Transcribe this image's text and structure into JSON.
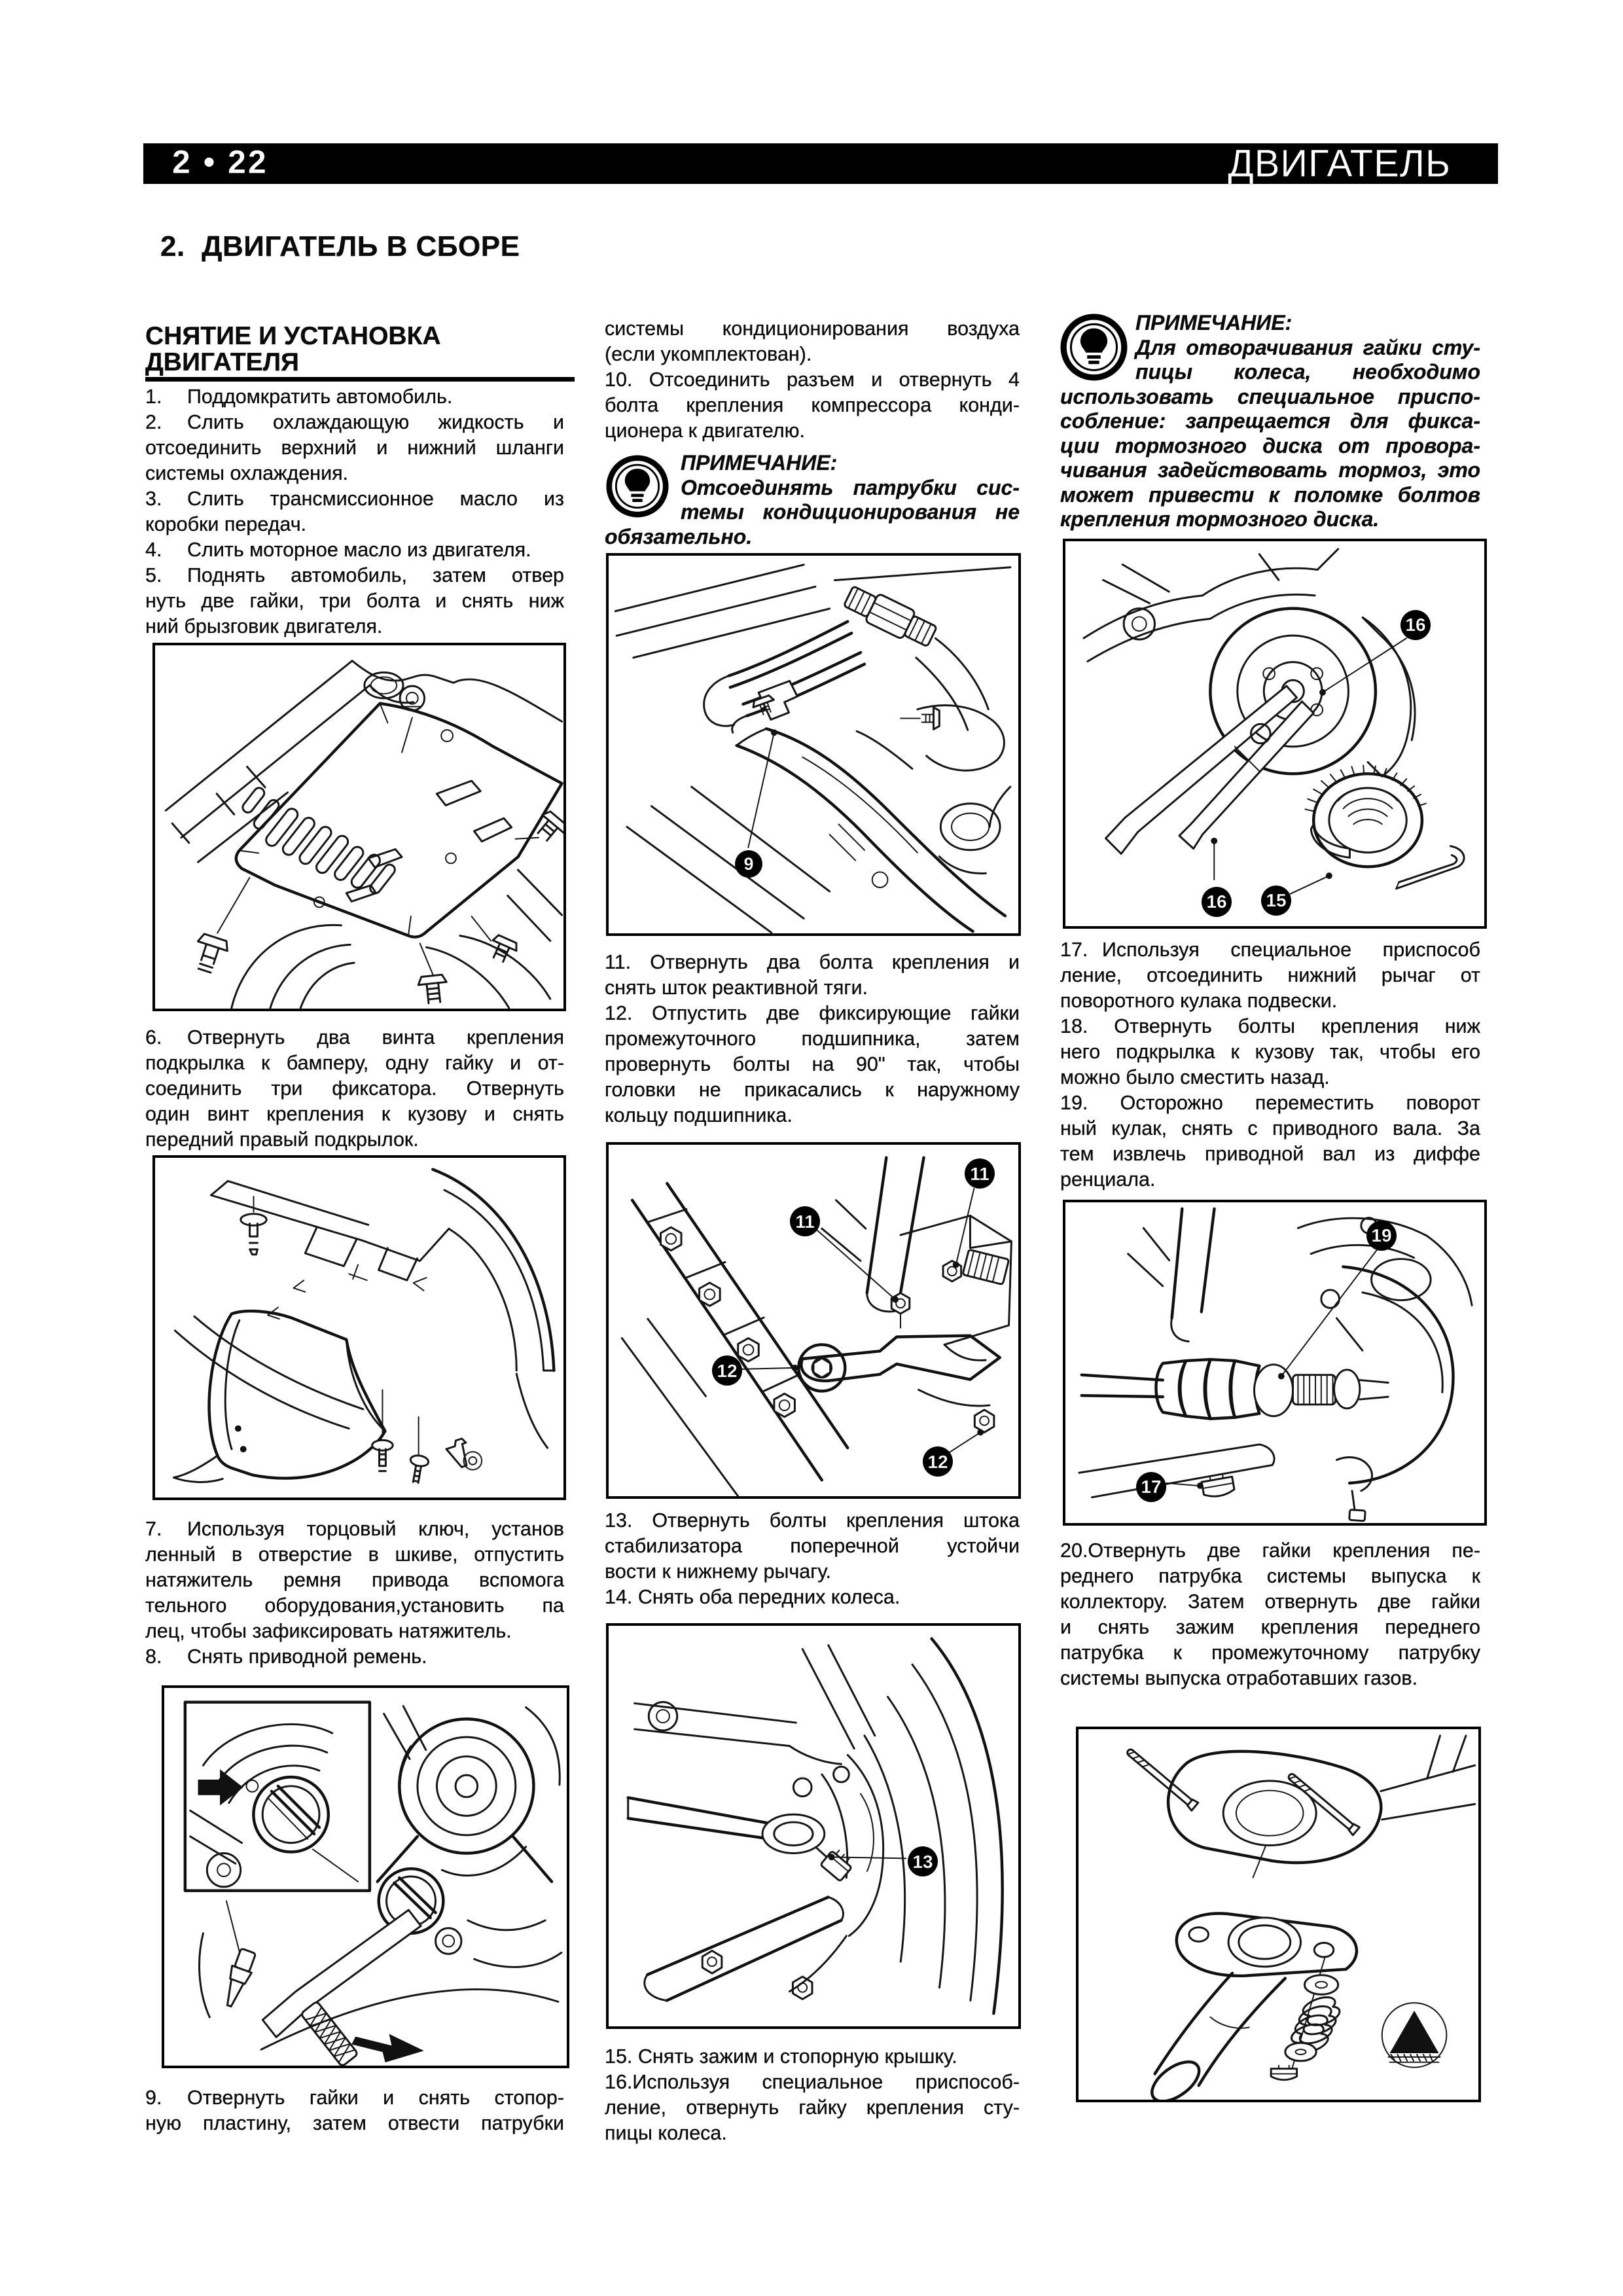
{
  "header": {
    "page_number": "2 • 22",
    "chapter": "ДВИГАТЕЛЬ"
  },
  "section_title": "2.  ДВИГАТЕЛЬ В СБОРЕ",
  "col1": {
    "heading": "СНЯТИЕ И УСТАНОВКА\nДВИГАТЕЛЯ",
    "steps_1_5": [
      [
        "1. Поддомкратить автомобиль."
      ],
      [
        "2. Слить охлаждающую жидкость и",
        "отсоединить верхний и нижний шланги",
        "системы охлаждения."
      ],
      [
        "3. Слить трансмиссионное масло из",
        "коробки передач."
      ],
      [
        "4. Слить моторное масло из двигателя."
      ],
      [
        "5. Поднять автомобиль, затем отвер",
        "нуть две гайки, три болта и снять ниж",
        "ний брызговик двигателя."
      ]
    ],
    "step_6": [
      [
        "6. Отвернуть два винта крепления",
        "подкрылка к бамперу, одну гайку и от-",
        "соединить три фиксатора. Отвернуть",
        "один винт крепления к кузову и снять",
        "передний правый подкрылок."
      ]
    ],
    "steps_7_8": [
      [
        "7. Используя торцовый ключ, установ",
        "ленный в отверстие в шкиве, отпустить",
        "натяжитель ремня привода вспомога",
        "тельного оборудования,установить па",
        "лец, чтобы зафиксировать натяжитель."
      ],
      [
        "8. Снять приводной ремень."
      ]
    ],
    "step_9": [
      [
        "9. Отвернуть гайки и снять стопор-",
        "ную пластину, затем отвести патрубки",
        ""
      ]
    ]
  },
  "col2": {
    "cont_step_10": [
      [
        "системы кондиционирования воздуха",
        "(если укомплектован)."
      ],
      [
        "10. Отсоединить разъем и отвернуть 4",
        "болта крепления компрессора конди-",
        "ционера к двигателю."
      ]
    ],
    "note": {
      "title": "ПРИМЕЧАНИЕ:",
      "lines": [
        [
          "Отсоединять патрубки сис-",
          "темы кондиционирования не",
          "обязательно."
        ]
      ]
    },
    "steps_11_12": [
      [
        "11. Отвернуть два болта крепления и",
        "снять шток реактивной тяги."
      ],
      [
        "12. Отпустить две фиксирующие гайки",
        "промежуточного подшипника, затем",
        "провернуть болты на 90\" так, чтобы",
        "головки не прикасались к наружному",
        "кольцу подшипника."
      ]
    ],
    "steps_13_14": [
      [
        "13. Отвернуть болты крепления штока",
        "стабилизатора поперечной устойчи",
        "вости к нижнему рычагу."
      ],
      [
        "14. Снять оба передних колеса."
      ]
    ],
    "steps_15_16": [
      [
        "15. Снять зажим и стопорную крышку."
      ],
      [
        "16.Используя специальное приспособ-",
        "ление, отвернуть гайку крепления сту-",
        "пицы колеса."
      ]
    ]
  },
  "col3": {
    "note": {
      "title": "ПРИМЕЧАНИЕ:",
      "lines": [
        [
          "Для отворачивания гайки сту-",
          "пицы колеса, необходимо",
          "использовать специальное приспо-",
          "собление: запрещается для фикса-",
          "ции тормозного диска от провора-",
          "чивания задействовать тормоз, это",
          "может привести к поломке болтов",
          "крепления тормозного диска."
        ]
      ]
    },
    "steps_17_19": [
      [
        "17. Используя специальное приспособ",
        "ление, отсоединить нижний рычаг от",
        "поворотного кулака подвески."
      ],
      [
        "18. Отвернуть болты крепления ниж",
        "него подкрылка к кузову так, чтобы его",
        "можно было сместить назад."
      ],
      [
        "19. Осторожно переместить поворот",
        "ный кулак, снять с приводного вала. За",
        "тем извлечь приводной вал из диффе",
        "ренциала."
      ]
    ],
    "step_20": [
      [
        "20.Отвернуть две гайки крепления пе-",
        "реднего патрубка системы выпуска к",
        "коллектору. Затем отвернуть две гайки",
        "и снять зажим крепления переднего",
        "патрубка к промежуточному патрубку",
        "системы выпуска отработавших газов."
      ]
    ]
  },
  "figures": {
    "undertray": {
      "name": "engine-undertray",
      "callouts": []
    },
    "wheel_liner": {
      "name": "front-wheel-liner",
      "callouts": []
    },
    "belt_tensioner": {
      "name": "belt-tensioner-wrench",
      "callouts": []
    },
    "ac_pipes": {
      "name": "ac-pipes-clamp",
      "callouts": [
        {
          "label": "9"
        }
      ]
    },
    "reaction_rod": {
      "name": "reaction-rod-bolts",
      "callouts": [
        {
          "label": "11"
        },
        {
          "label": "11"
        },
        {
          "label": "12"
        },
        {
          "label": "12"
        }
      ]
    },
    "hub_tie_rod": {
      "name": "hub-and-lower-arm",
      "callouts": [
        {
          "label": "13"
        }
      ]
    },
    "knuckle_tool": {
      "name": "knuckle-special-tool",
      "callouts": [
        {
          "label": "16"
        },
        {
          "label": "16"
        },
        {
          "label": "15"
        }
      ]
    },
    "drive_shaft": {
      "name": "drive-shaft-cv-joint",
      "callouts": [
        {
          "label": "19"
        },
        {
          "label": "17"
        }
      ]
    },
    "exhaust_pipe": {
      "name": "exhaust-front-pipe",
      "callouts": []
    }
  }
}
